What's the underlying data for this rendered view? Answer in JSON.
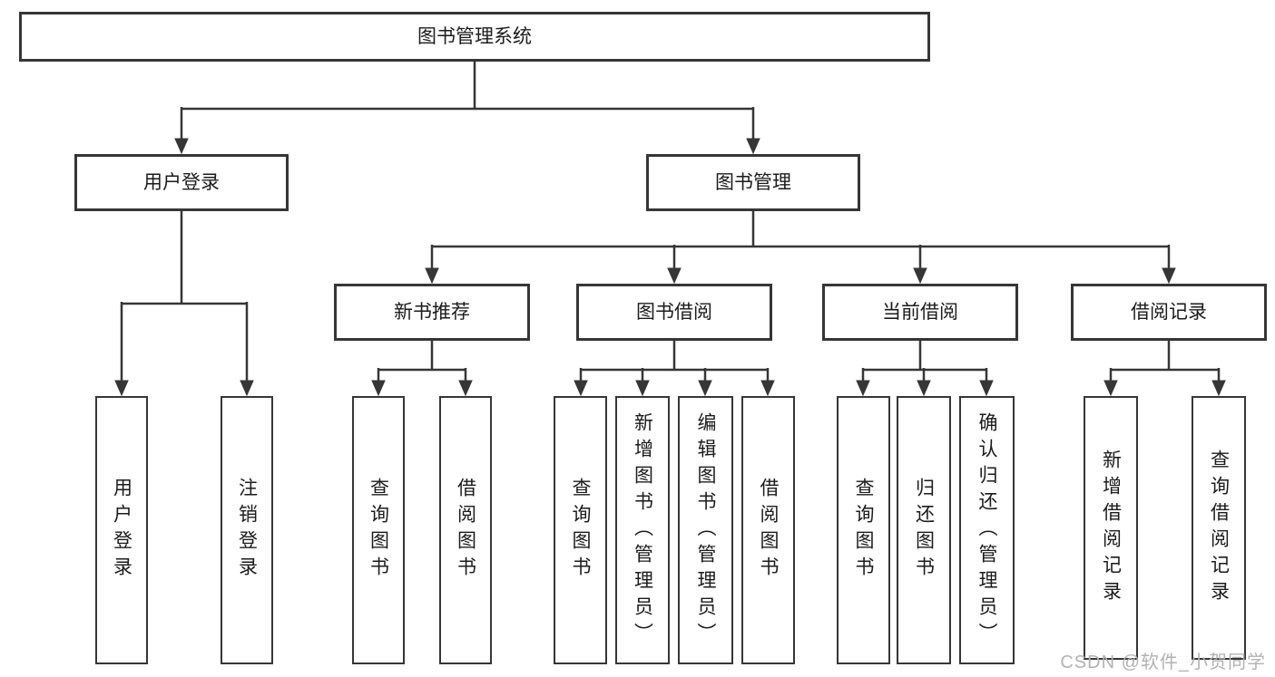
{
  "diagram": {
    "title": "图书管理系统",
    "branches": [
      {
        "label": "用户登录",
        "children": [
          "用户登录",
          "注销登录"
        ]
      },
      {
        "label": "图书管理",
        "modules": [
          {
            "label": "新书推荐",
            "children": [
              "查询图书",
              "借阅图书"
            ]
          },
          {
            "label": "图书借阅",
            "children": [
              "查询图书",
              "新增图书（管理员）",
              "编辑图书（管理员）",
              "借阅图书"
            ]
          },
          {
            "label": "当前借阅",
            "children": [
              "查询图书",
              "归还图书",
              "确认归还（管理员）"
            ]
          },
          {
            "label": "借阅记录",
            "children": [
              "新增借阅记录",
              "查询借阅记录"
            ]
          }
        ]
      }
    ]
  },
  "watermark": {
    "text": "CSDN @软件_小贺同学"
  },
  "colors": {
    "line": "#363636",
    "text": "#1b1b1b",
    "watermark": "#b2b2b2",
    "background": "#ffffff"
  }
}
